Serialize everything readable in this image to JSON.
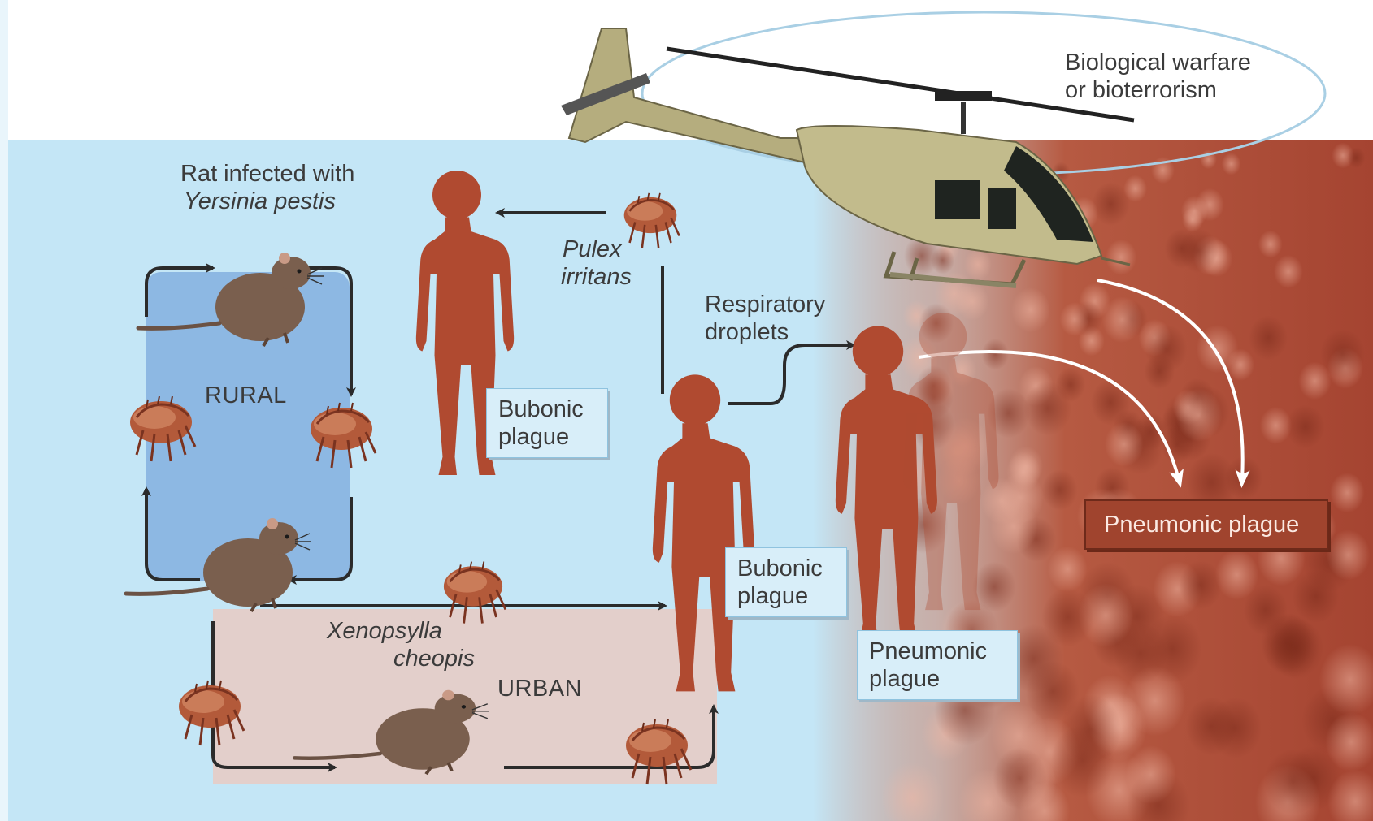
{
  "labels": {
    "rat_infected_line1": "Rat infected with",
    "rat_infected_line2": "Yersinia pestis",
    "rural": "RURAL",
    "urban": "URBAN",
    "pulex_line1": "Pulex",
    "pulex_line2": "irritans",
    "xeno_line1": "Xenopsylla",
    "xeno_line2": "cheopis",
    "respiratory_line1": "Respiratory",
    "respiratory_line2": "droplets",
    "biowar_line1": "Biological warfare",
    "biowar_line2": "or bioterrorism"
  },
  "boxes": {
    "bubonic1_line1": "Bubonic",
    "bubonic1_line2": "plague",
    "bubonic2_line1": "Bubonic",
    "bubonic2_line2": "plague",
    "pneumonic_small_line1": "Pneumonic",
    "pneumonic_small_line2": "plague",
    "pneumonic_main": "Pneumonic plague"
  },
  "colors": {
    "background_blue": "#c4e6f6",
    "rural_box": "#8db8e3",
    "urban_box": "#e3cfcb",
    "human_silhouette": "#b04a30",
    "rat": "#7a5f4e",
    "flea": "#b35a3a",
    "crowd": "#b25a42",
    "helicopter": "#c2bb8c"
  },
  "icons": [
    "rat-icon",
    "flea-icon",
    "human-silhouette-icon",
    "helicopter-icon",
    "crowd-photo"
  ]
}
